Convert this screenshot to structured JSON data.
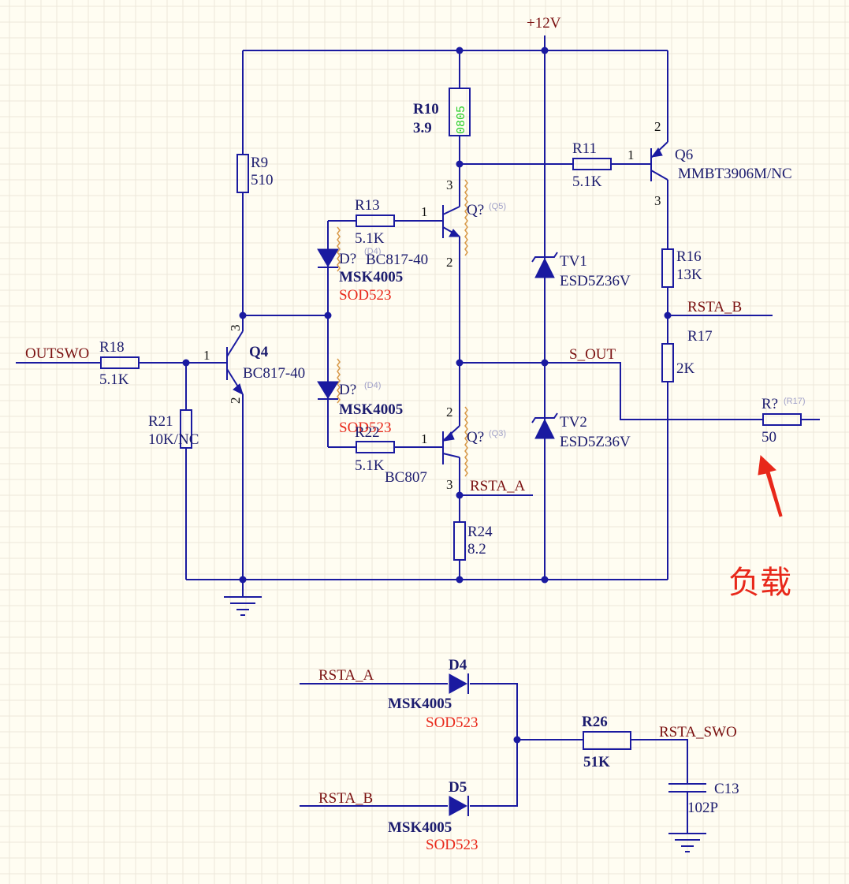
{
  "power": {
    "vcc": "+12V"
  },
  "nets": {
    "outswo": "OUTSWO",
    "s_out": "S_OUT",
    "rsta_b": "RSTA_B",
    "rsta_a": "RSTA_A",
    "rsta_a2": "RSTA_A",
    "rsta_b2": "RSTA_B",
    "rsta_swo": "RSTA_SWO"
  },
  "components": {
    "r9": {
      "ref": "R9",
      "value": "510"
    },
    "r10": {
      "ref": "R10",
      "value": "3.9",
      "package": "0805"
    },
    "r11": {
      "ref": "R11",
      "value": "5.1K"
    },
    "r13": {
      "ref": "R13",
      "value": "5.1K"
    },
    "r16": {
      "ref": "R16",
      "value": "13K"
    },
    "r17": {
      "ref": "R17",
      "value": "2K"
    },
    "r18": {
      "ref": "R18",
      "value": "5.1K"
    },
    "r21": {
      "ref": "R21",
      "value": "10K/NC"
    },
    "r22": {
      "ref": "R22",
      "value": "5.1K"
    },
    "r24": {
      "ref": "R24",
      "value": "8.2"
    },
    "r26": {
      "ref": "R26",
      "value": "51K"
    },
    "rload": {
      "ref": "R?",
      "value": "50",
      "ghost": "(R17)"
    },
    "q4": {
      "ref": "Q4",
      "value": "BC817-40"
    },
    "q5": {
      "ref": "Q?",
      "value": "BC817-40",
      "ghost": "(Q5)"
    },
    "q3": {
      "ref": "Q?",
      "value": "BC807",
      "ghost": "(Q3)"
    },
    "q6": {
      "ref": "Q6",
      "value": "MMBT3906M/NC"
    },
    "d_top": {
      "ref": "D?",
      "value": "MSK4005",
      "pkg": "SOD523",
      "ghost": "(D4)"
    },
    "d_mid": {
      "ref": "D?",
      "value": "MSK4005",
      "pkg": "SOD523",
      "ghost": "(D4)"
    },
    "d4": {
      "ref": "D4",
      "value": "MSK4005",
      "pkg": "SOD523"
    },
    "d5": {
      "ref": "D5",
      "value": "MSK4005",
      "pkg": "SOD523"
    },
    "tv1": {
      "ref": "TV1",
      "value": "ESD5Z36V"
    },
    "tv2": {
      "ref": "TV2",
      "value": "ESD5Z36V"
    },
    "c13": {
      "ref": "C13",
      "value": "102P"
    }
  },
  "pins": {
    "q4": {
      "b": "1",
      "c": "3",
      "e": "2"
    },
    "q5": {
      "b": "1",
      "c": "3",
      "e": "2"
    },
    "q3": {
      "b": "1",
      "e": "2",
      "c": "3"
    },
    "q6": {
      "b": "1",
      "e": "2",
      "c": "3"
    }
  },
  "annotation": {
    "load_text": "负载"
  },
  "colors": {
    "wire": "#1a1aa0",
    "net_label": "#7a1010",
    "annotation": "#e8281a",
    "package_label": "#22cc22"
  }
}
